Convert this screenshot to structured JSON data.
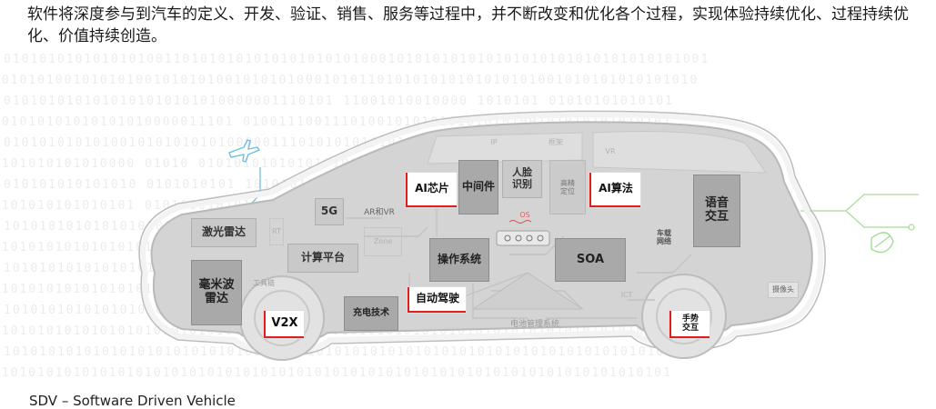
{
  "intro_text": "软件将深度参与到汽车的定义、开发、验证、销售、服务等过程中，并不断改变和优化各个过程，实现体验持续优化、过程持续优化、价值持续创造。",
  "footer_text": "SDV – Software Driven Vehicle",
  "binary_rows": [
    "0101010101010101001101010101010101010101000101010101010101010101010101010101001",
    "1010101001010101001010101001010101000101011010101010101010101001010101010101010",
    "0101010101010101010101010000001110101  11001010010000  1010101  01010101010101",
    "101010101010101010000011101   010011100111010010101010101010100101010101010101",
    "0101010101010010101010101000001110101010101010101010101010101  0100101010101",
    "0101010101010000     01010     01010101010101010101  010101010101   10101010",
    "010101010101010      0101010101   1010101010101010101010101010  0101010101010",
    "0101010101010101    0101010101010101010101010101010101010101010101010101010",
    "1010101010101010101010101010101010101010101010101010101010101010101010101010",
    "0101010101010101010101010101010101010101010101010101010101010101010101010101",
    "1010101010101010101010101010101010101010101010101010101010101010101010101010",
    "0101010101010101010101010101010101010101010101010101010101010101010101010101",
    "1010101010101010101010101010101010101010101010101010101010101010101010101010",
    "0101010101010101010101010101010101010101010101010101010101010101010101010101",
    "1010101010101010101010101010101010101010101010101010101010101010101010101010",
    "0101010101010101010101010101010101010101010101010101010101010101010101010101"
  ],
  "labels": {
    "lidar": "激光雷达",
    "mmwave_radar": "毫米波\n雷达",
    "toolchain": "工具链",
    "v2x": "V2X",
    "rt": "RT",
    "fiveg": "5G",
    "ar_vr": "AR和VR",
    "zone": "Zone",
    "compute_platform": "计算平台",
    "ai_chip": "AI芯片",
    "middleware": "中间件",
    "face_recognition": "人脸\n识别",
    "hd_positioning": "高精\n定位",
    "ip": "IP",
    "framework": "框架",
    "os": "OS",
    "vr": "VR",
    "ai_algorithm": "AI算法",
    "operating_system": "操作系统",
    "soa": "SOA",
    "charging_tech": "充电技术",
    "autonomous_driving": "自动驾驶",
    "bms": "电池管理系统",
    "ict": "ICT",
    "vehicle_network": "车载\n网络",
    "voice_interaction": "语音\n交互",
    "camera": "摄像头",
    "gesture_interaction": "手势\n交互"
  }
}
